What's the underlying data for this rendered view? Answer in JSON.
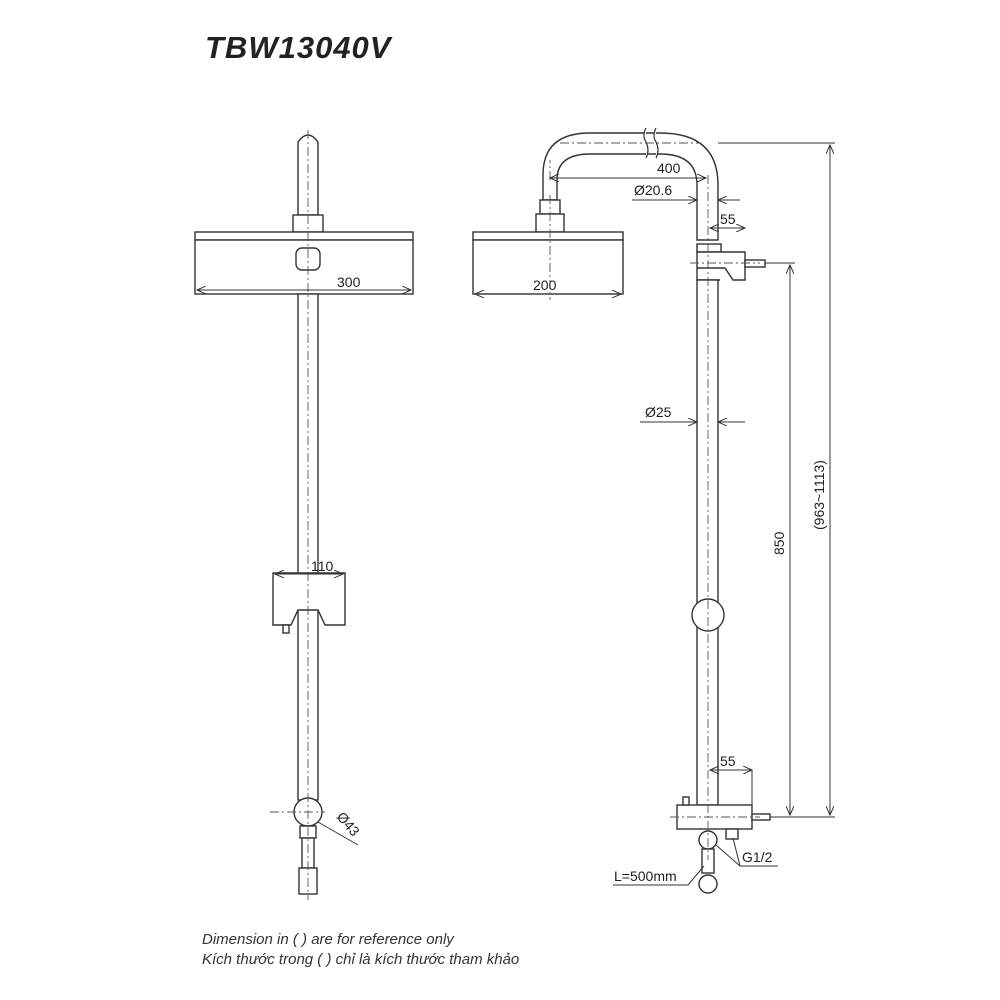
{
  "title": "TBW13040V",
  "dimensions": {
    "head_width_front": "300",
    "head_width_side": "200",
    "arm_length": "400",
    "arm_diameter": "Ø20.6",
    "bracket_offset_top": "55",
    "pipe_diameter": "Ø25",
    "holder_width": "110",
    "valve_diameter": "Ø43",
    "mixer_offset": "55",
    "inlet_height": "850",
    "total_height": "(963~1113)",
    "thread": "G1/2",
    "hose_length": "L=500mm"
  },
  "notes": [
    "Dimension in ( ) are for reference only",
    "Kích thước trong ( ) chỉ là kích thước tham khảo"
  ]
}
